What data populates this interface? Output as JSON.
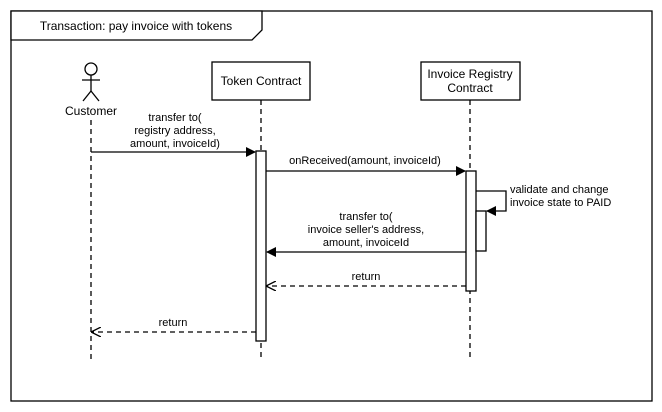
{
  "frame": {
    "title": "Transaction: pay invoice with tokens"
  },
  "participants": {
    "customer": {
      "name": "Customer"
    },
    "token_contract": {
      "name": "Token Contract"
    },
    "invoice_registry": {
      "name_line1": "Invoice Registry",
      "name_line2": "Contract"
    }
  },
  "messages": {
    "transfer_to_registry": {
      "line1": "transfer to(",
      "line2": "registry address,",
      "line3": "amount, invoiceId)"
    },
    "on_received": {
      "label": "onReceived(amount, invoiceId)"
    },
    "validate": {
      "line1": "validate and change",
      "line2": "invoice state to PAID"
    },
    "transfer_to_seller": {
      "line1": "transfer to(",
      "line2": "invoice seller's address,",
      "line3": "amount, invoiceId"
    },
    "return_to_token": {
      "label": "return"
    },
    "return_to_customer": {
      "label": "return"
    }
  }
}
